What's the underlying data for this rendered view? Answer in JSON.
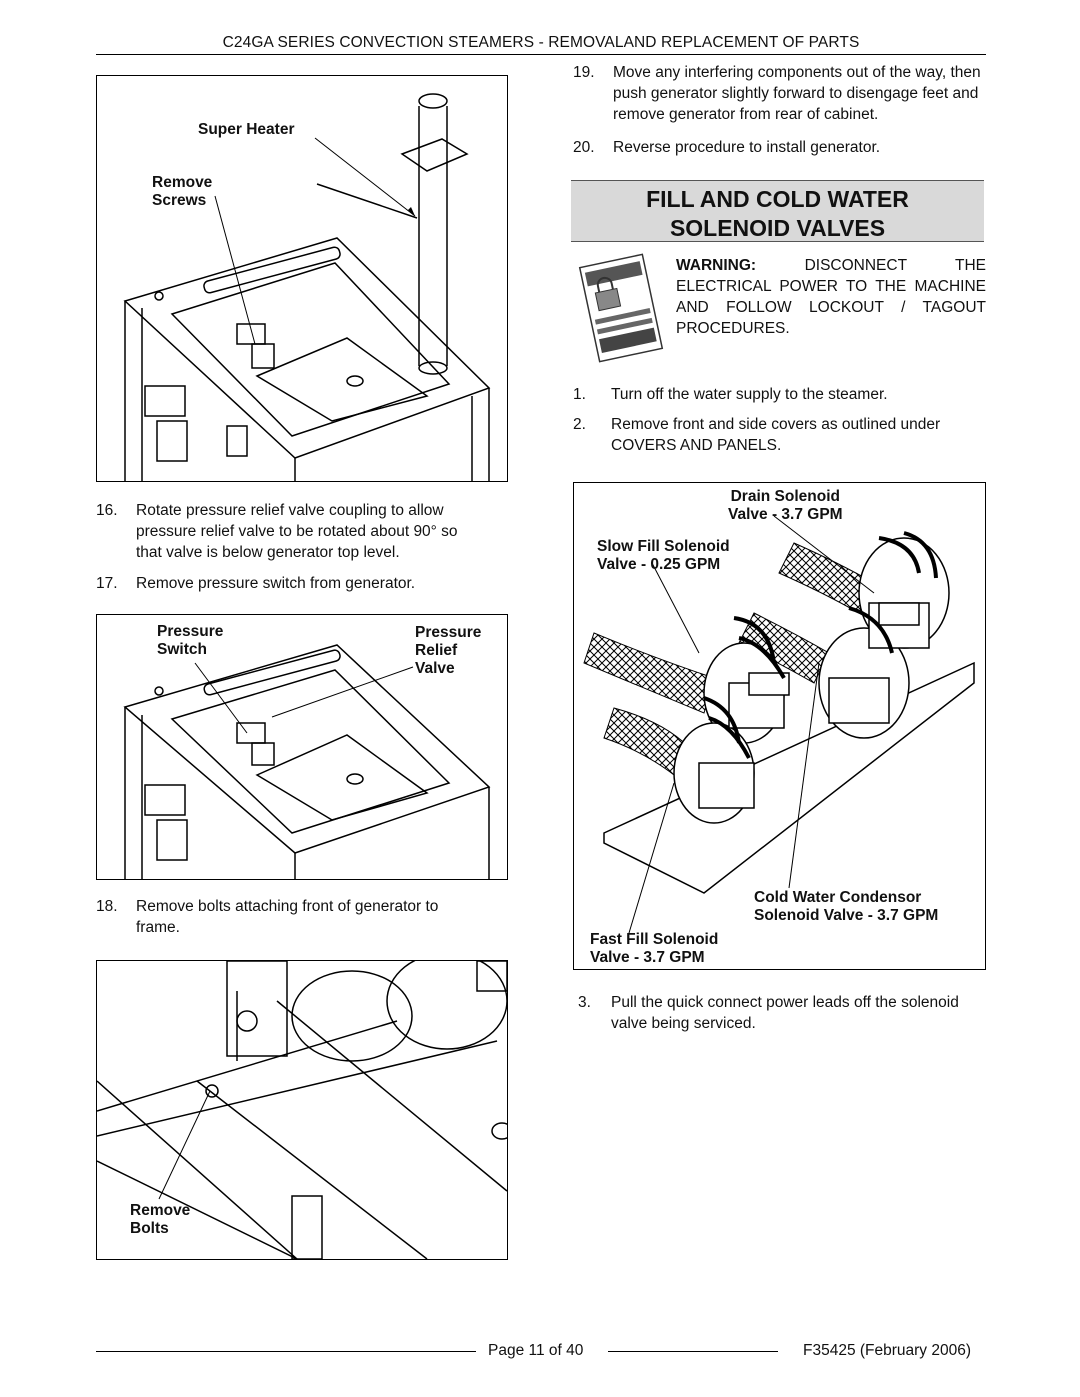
{
  "header": {
    "title": "C24GA SERIES CONVECTION STEAMERS - REMOVALAND REPLACEMENT OF PARTS"
  },
  "figure1": {
    "label_super_heater": "Super Heater",
    "label_remove_screws": "Remove\nScrews"
  },
  "steps_left": [
    {
      "num": "16.",
      "text": "Rotate pressure relief valve coupling to allow pressure relief valve to be rotated about 90° so that valve is below generator top level."
    },
    {
      "num": "17.",
      "text": "Remove pressure switch from generator."
    },
    {
      "num": "18.",
      "text": "Remove bolts attaching front of generator to frame."
    }
  ],
  "figure2": {
    "label_pressure_switch": "Pressure\nSwitch",
    "label_pressure_relief": "Pressure\nRelief\nValve"
  },
  "figure3": {
    "label_remove_bolts": "Remove\nBolts"
  },
  "steps_right_top": [
    {
      "num": "19.",
      "text": "Move any interfering components out of the way, then push generator slightly forward to disengage feet and remove generator from rear of cabinet."
    },
    {
      "num": "20.",
      "text": "Reverse procedure to install generator."
    }
  ],
  "section": {
    "title_line1": "FILL AND COLD WATER",
    "title_line2": "SOLENOID VALVES"
  },
  "warning": {
    "label": "WARNING:",
    "text": " DISCONNECT THE ELECTRICAL POWER TO THE MACHINE AND FOLLOW LOCKOUT / TAGOUT PROCEDURES."
  },
  "steps_right": [
    {
      "num": "1.",
      "text": "Turn off the water supply to the steamer."
    },
    {
      "num": "2.",
      "text": "Remove front and side covers as outlined under COVERS AND PANELS."
    },
    {
      "num": "3.",
      "text": "Pull the quick connect power leads off the solenoid valve being serviced."
    }
  ],
  "figure4": {
    "label_drain": "Drain Solenoid\nValve - 3.7 GPM",
    "label_slow_fill": "Slow Fill Solenoid\nValve - 0.25 GPM",
    "label_cold_water": "Cold Water Condensor\nSolenoid Valve - 3.7 GPM",
    "label_fast_fill": "Fast Fill Solenoid\nValve - 3.7 GPM"
  },
  "footer": {
    "page": "Page 11 of 40",
    "doc": "F35425 (February 2006)"
  }
}
